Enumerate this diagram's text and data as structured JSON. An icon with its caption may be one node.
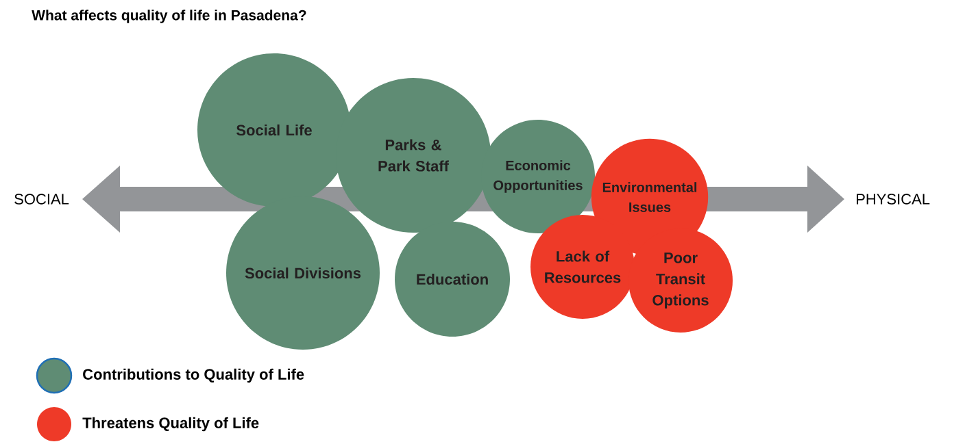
{
  "diagram": {
    "title": "What  affects quality of life in Pasadena?",
    "nodes": [
      {
        "text": [
          "Social Life"
        ]
      },
      {
        "text": [
          "Parks & Park Staff"
        ]
      },
      {
        "text": [
          "Economic Opportunities"
        ]
      },
      {
        "text": [
          "Environmental Issues"
        ]
      },
      {
        "text": [
          "Social Divisions"
        ]
      },
      {
        "text": [
          "Education"
        ]
      },
      {
        "text": [
          "Lack of Resources"
        ]
      },
      {
        "text": [
          "Poor Transit Options"
        ]
      }
    ],
    "labels": [
      "SOCIAL",
      "PHYSICAL"
    ],
    "legend": [
      {
        "text": "Contributions to Quality of Life",
        "color": "#5f8c74"
      },
      {
        "text": "Threatens Quality of Life",
        "color": "#ee3a28"
      }
    ]
  }
}
